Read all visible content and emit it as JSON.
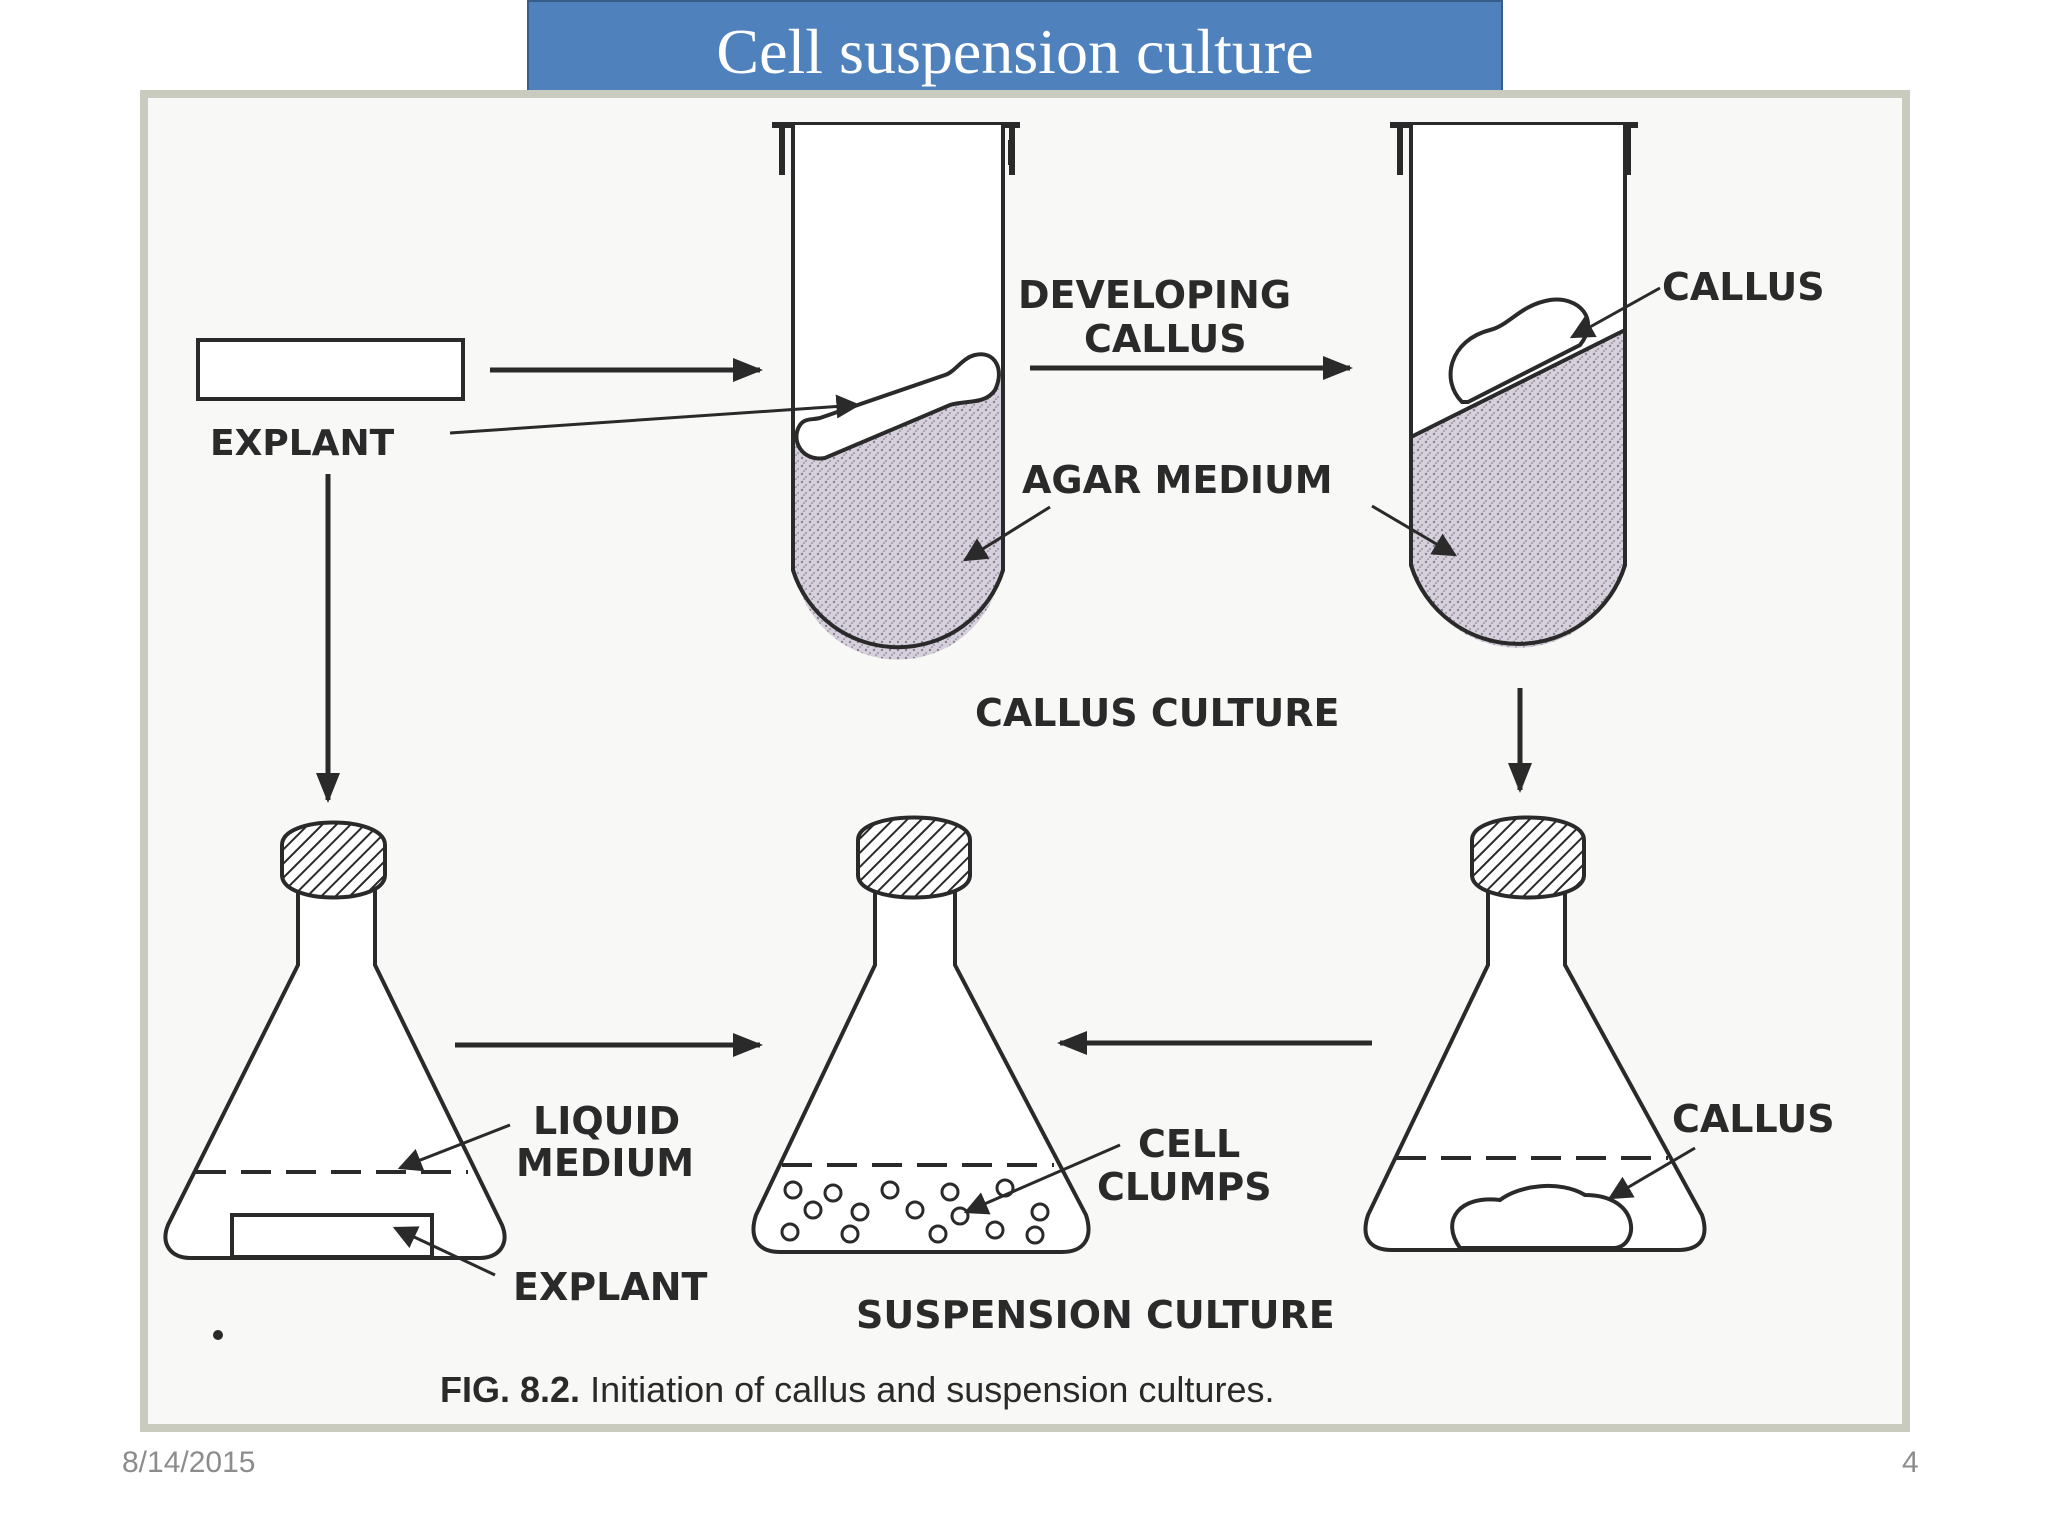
{
  "slide": {
    "title": "Cell suspension culture",
    "date": "8/14/2015",
    "page_number": "4"
  },
  "diagram": {
    "labels": {
      "explant_top": "EXPLANT",
      "developing_callus_1": "DEVELOPING",
      "developing_callus_2": "CALLUS",
      "callus_top": "CALLUS",
      "agar_medium": "AGAR  MEDIUM",
      "callus_culture": "CALLUS  CULTURE",
      "liquid_medium_1": "LIQUID",
      "liquid_medium_2": "MEDIUM",
      "explant_bottom": "EXPLANT",
      "cell_clumps_1": "CELL",
      "cell_clumps_2": "CLUMPS",
      "callus_bottom": "CALLUS",
      "suspension_culture": "SUSPENSION  CULTURE"
    },
    "caption": {
      "fig_number": "FIG. 8.2.",
      "text": " Initiation of callus and suspension cultures."
    }
  },
  "colors": {
    "banner": "#4f81bd",
    "frame": "#c8cbbd",
    "ink": "#2a2a2a",
    "agar": "#cfc8d4"
  }
}
